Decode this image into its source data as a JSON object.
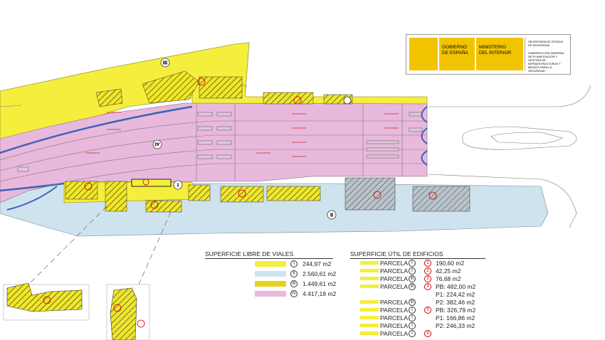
{
  "government_header": {
    "line1": "GOBIERNO",
    "line2": "DE ESPAÑA",
    "ministry1": "MINISTERIO",
    "ministry2": "DEL INTERIOR",
    "secretaria": "SECRETARÍA DE ESTADO DE SEGURIDAD",
    "subdireccion": "SUBDIRECCIÓN GENERAL DE PLANIFICACIÓN Y GESTIÓN DE INFRAESTRUCTURAS Y MEDIOS PARA LA SEGURIDAD"
  },
  "colors": {
    "yellow": "#f5ee3c",
    "light_blue": "#cfe3ef",
    "pink": "#e8b9dc",
    "dark_yellow": "#e6d21e",
    "hatch_gray": "#bfc6cc",
    "road_blue": "#3b63b5"
  },
  "map_labels": {
    "parcel_3": "III",
    "parcel_4": "IV",
    "parcel_2": "II",
    "parcel_1": "I"
  },
  "legend_viales": {
    "title": "SUPERFICIE LIBRE DE VIALES",
    "rows": [
      {
        "symbol": "I",
        "value": "244,97 m2",
        "color": "#f5ee3c"
      },
      {
        "symbol": "II",
        "value": "2.560,61 m2",
        "color": "#cfe3ef"
      },
      {
        "symbol": "III",
        "value": "1.449,61 m2",
        "color": "#e6d21e"
      },
      {
        "symbol": "IV",
        "value": "4.417,18 m2",
        "color": "#e8b9dc"
      }
    ]
  },
  "legend_edificios": {
    "title": "SUPERFICIE ÚTIL DE EDIFICIOS",
    "rows": [
      {
        "label": "PARCELA",
        "sym": "I",
        "rsym": "1",
        "value": "190,60 m2"
      },
      {
        "label": "PARCELA",
        "sym": "I",
        "rsym": "2",
        "value": "42,25 m2"
      },
      {
        "label": "PARCELA",
        "sym": "III",
        "rsym": "3",
        "value": "76,68 m2"
      },
      {
        "label": "PARCELA",
        "sym": "III",
        "rsym": "4",
        "value": "PB: 482,00 m2"
      },
      {
        "label": "",
        "sym": "",
        "rsym": "",
        "value": "P1: 224,42 m2"
      },
      {
        "label": "PARCELA",
        "sym": "III",
        "rsym": "",
        "value": "P2: 382,46 m2"
      },
      {
        "label": "PARCELA",
        "sym": "I",
        "rsym": "5",
        "value": "PB: 326,79 m2"
      },
      {
        "label": "PARCELA",
        "sym": "I",
        "rsym": "",
        "value": "P1: 166,86 m2"
      },
      {
        "label": "PARCELA",
        "sym": "I",
        "rsym": "",
        "value": "P2: 246,33 m2"
      },
      {
        "label": "PARCELA",
        "sym": "I",
        "rsym": "6",
        "value": ""
      }
    ]
  }
}
